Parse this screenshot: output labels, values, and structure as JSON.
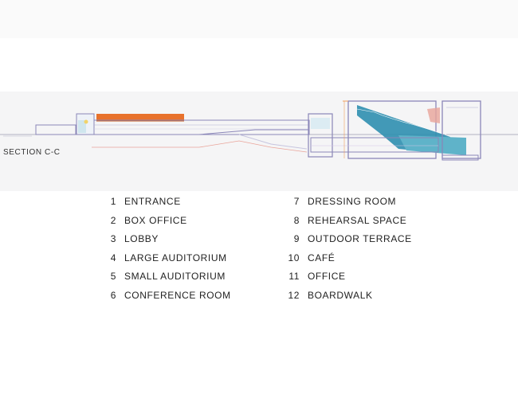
{
  "section_label": "SECTION C-C",
  "legend_left": [
    {
      "num": "1",
      "label": "ENTRANCE"
    },
    {
      "num": "2",
      "label": "BOX OFFICE"
    },
    {
      "num": "3",
      "label": "LOBBY"
    },
    {
      "num": "4",
      "label": "LARGE AUDITORIUM"
    },
    {
      "num": "5",
      "label": "SMALL AUDITORIUM"
    },
    {
      "num": "6",
      "label": "CONFERENCE ROOM"
    }
  ],
  "legend_right": [
    {
      "num": "7",
      "label": "DRESSING ROOM"
    },
    {
      "num": "8",
      "label": "REHEARSAL SPACE"
    },
    {
      "num": "9",
      "label": "OUTDOOR TERRACE"
    },
    {
      "num": "10",
      "label": "CAFÉ"
    },
    {
      "num": "11",
      "label": "OFFICE"
    },
    {
      "num": "12",
      "label": "BOARDWALK"
    }
  ],
  "colors": {
    "structure": "#8a86b8",
    "roof_accent": "#e8722c",
    "auditorium_seating": "#2f8fb0",
    "auditorium_fill": "#5fb3c9",
    "pink_line": "#e9a49a",
    "orange_line": "#f0a060",
    "panel_bg": "#f5f5f6"
  }
}
